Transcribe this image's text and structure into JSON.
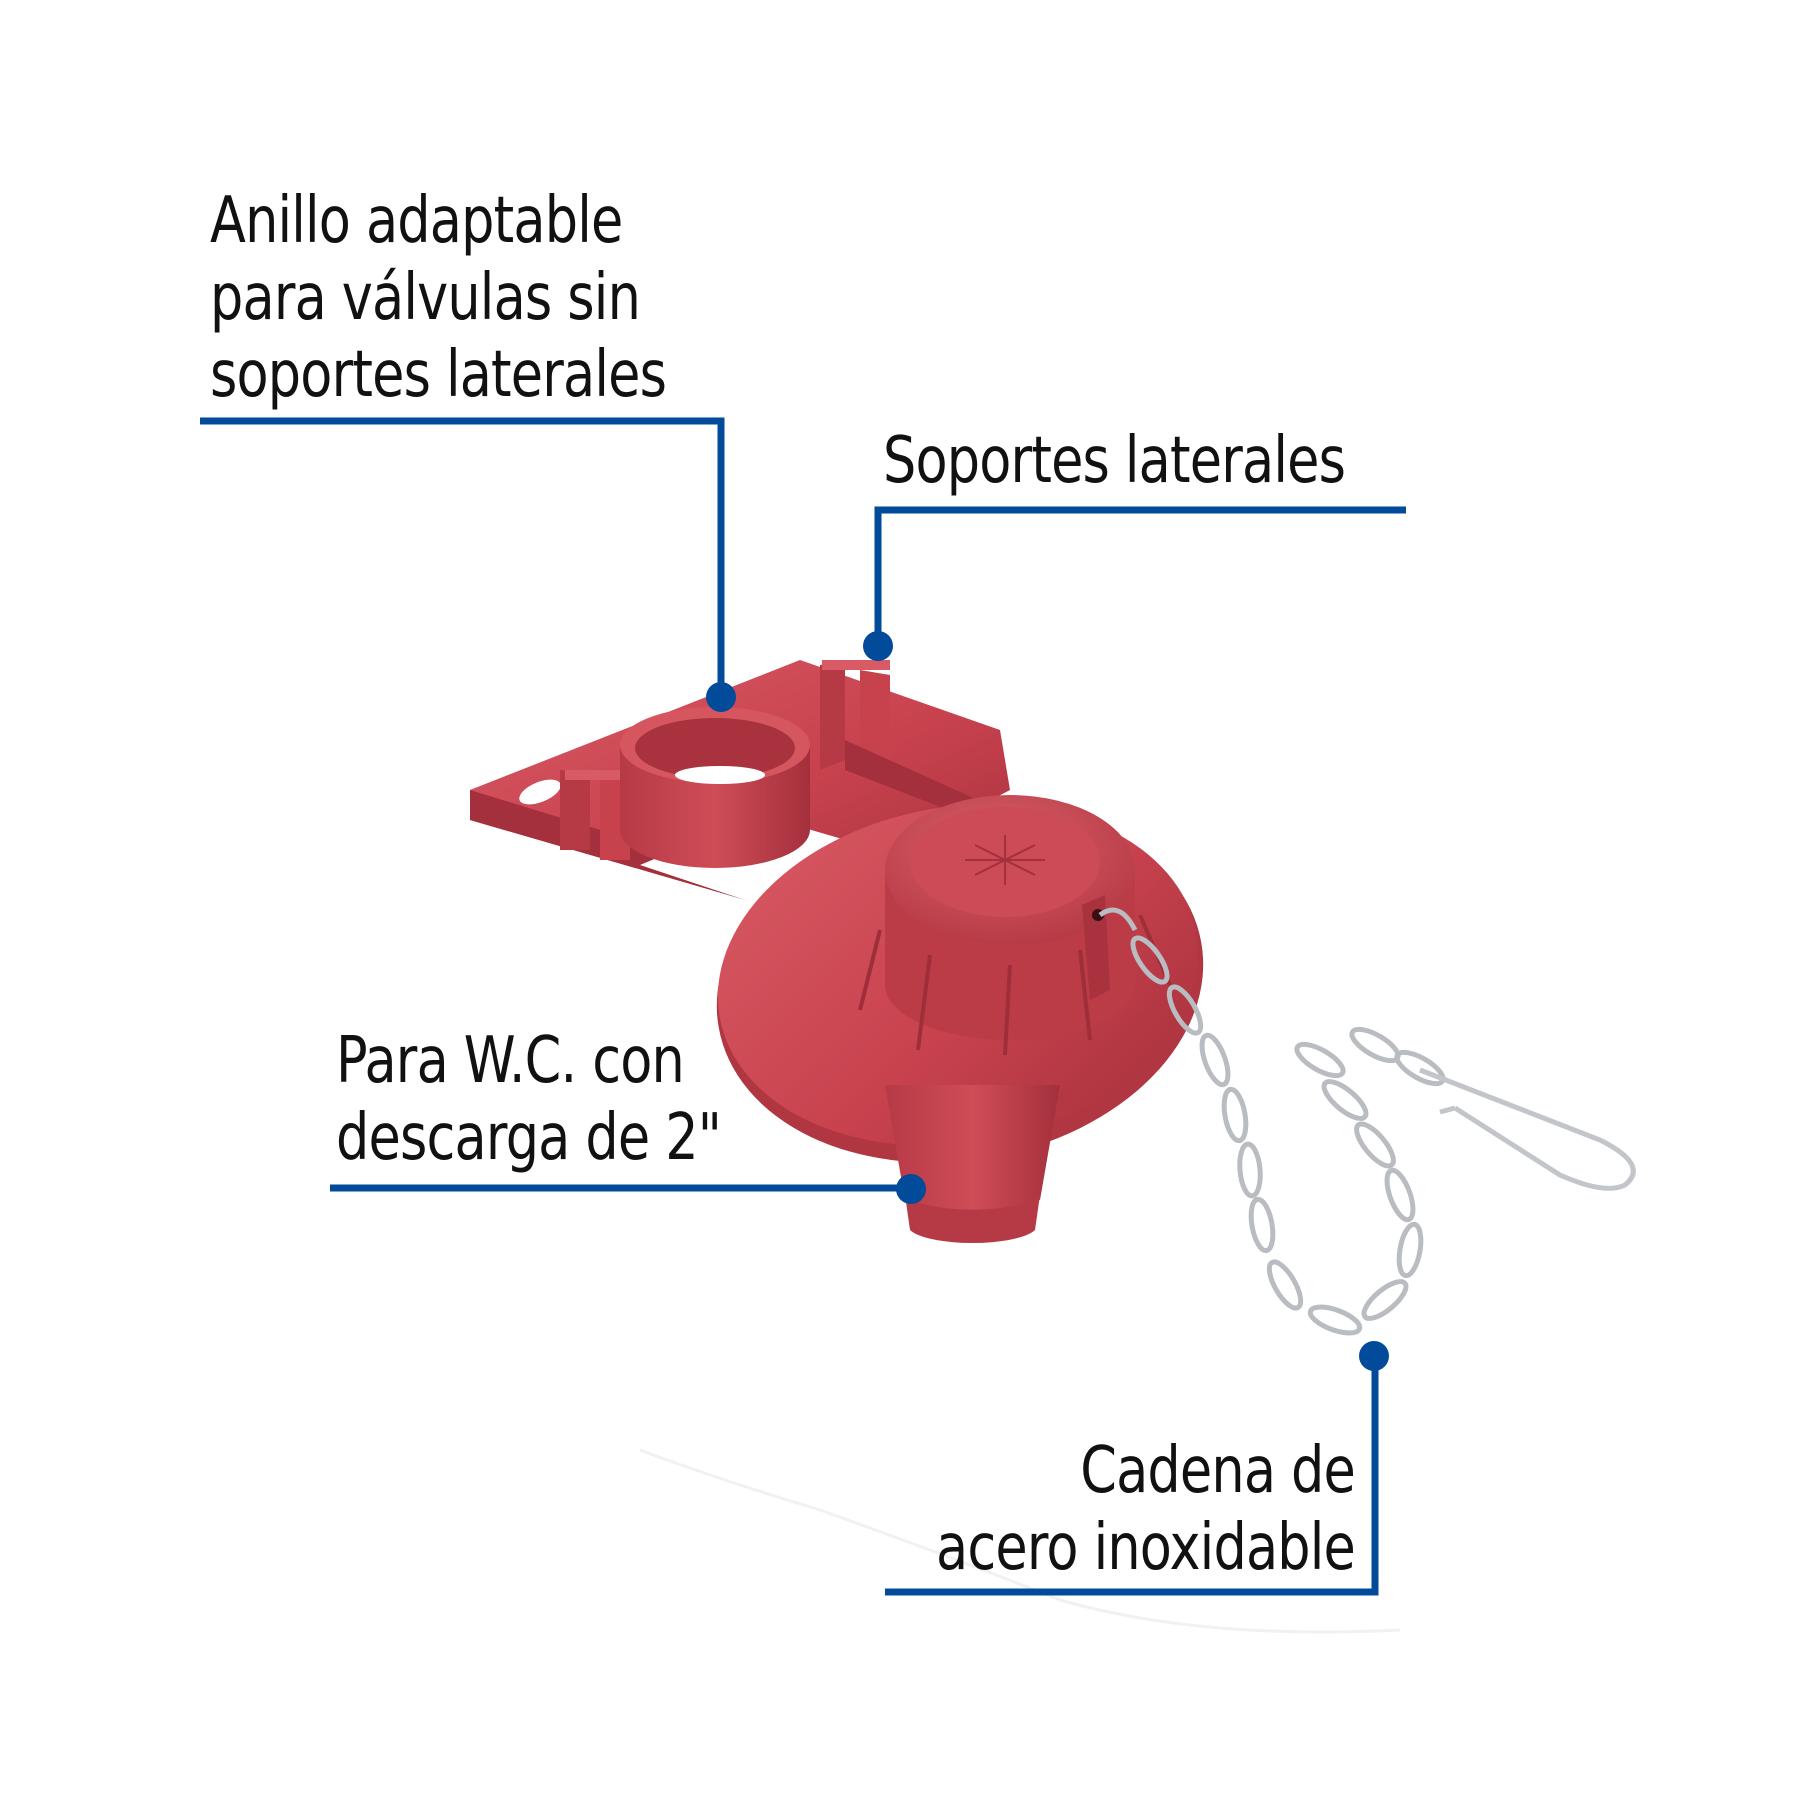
{
  "product": {
    "name": "toilet-flapper-valve",
    "body_color": "#c8424e",
    "body_shadow_color": "#9e2f3a",
    "chain_color": "#c9ccd0"
  },
  "accent_color": "#024b9b",
  "callouts": [
    {
      "id": "adaptable-ring",
      "lines": [
        "Anillo adaptable",
        "para válvulas sin",
        "soportes laterales"
      ]
    },
    {
      "id": "side-supports",
      "lines": [
        "Soportes laterales"
      ]
    },
    {
      "id": "discharge-size",
      "lines": [
        "Para W.C. con",
        "descarga de 2\""
      ]
    },
    {
      "id": "stainless-chain",
      "lines": [
        "Cadena de",
        "acero inoxidable"
      ]
    }
  ]
}
